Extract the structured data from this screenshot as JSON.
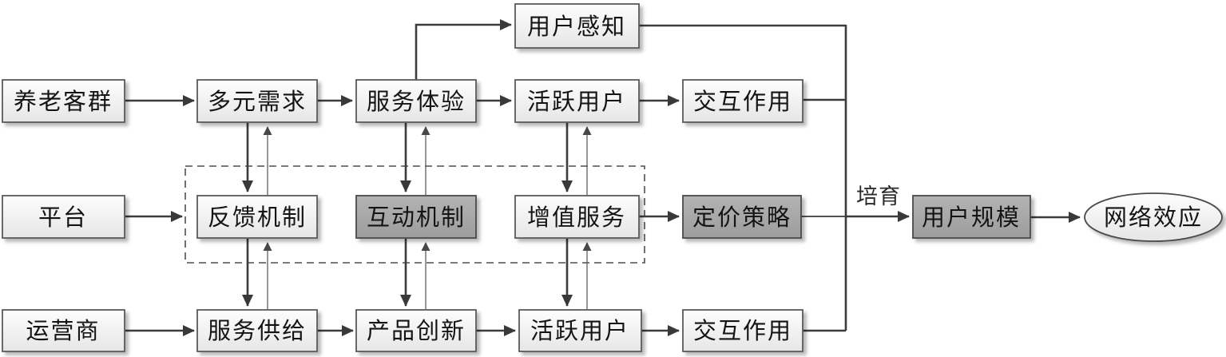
{
  "nodes": {
    "pension_customers": "养老客群",
    "diverse_demand": "多元需求",
    "service_experience": "服务体验",
    "active_users_top": "活跃用户",
    "interaction_top": "交互作用",
    "user_perception": "用户感知",
    "platform": "平台",
    "feedback_mechanism": "反馈机制",
    "interactive_mechanism": "互动机制",
    "value_added_service": "增值服务",
    "pricing_strategy": "定价策略",
    "user_scale": "用户规模",
    "network_effect": "网络效应",
    "operator": "运营商",
    "service_supply": "服务供给",
    "product_innovation": "产品创新",
    "active_users_bottom": "活跃用户",
    "interaction_bottom": "交互作用"
  },
  "edge_labels": {
    "cultivate": "培育"
  },
  "colors": {
    "background": "#ffffff",
    "light_node_fill_top": "#fdfdfd",
    "light_node_fill_bottom": "#e6e6e6",
    "dark_node_fill_top": "#b3b3b3",
    "dark_node_fill_bottom": "#9d9d9d",
    "node_border": "#5a5a5a",
    "line": "#3c3c3c",
    "text": "#141414"
  }
}
